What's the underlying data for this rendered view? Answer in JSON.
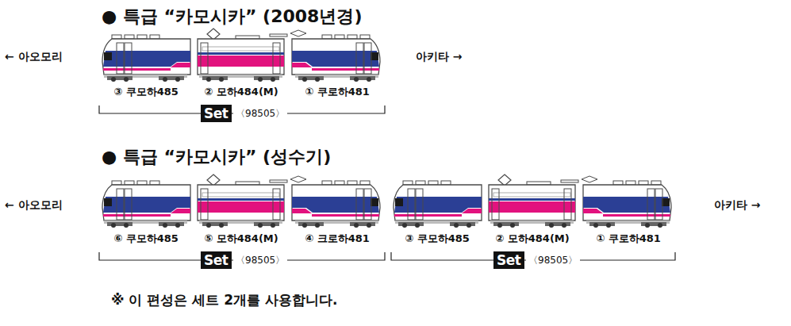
{
  "diagram": {
    "nodes": [
      {
        "text": [
          "Set"
        ]
      },
      {
        "text": [
          "Set"
        ]
      },
      {
        "text": [
          "Set"
        ]
      }
    ],
    "labels": [
      "● 특급 “카모시카” (2008년경)",
      "← 아오모리",
      "아키타 →",
      "③ 쿠모하485",
      "② 모하484(M)",
      "① 쿠로하481",
      "〈98505〉",
      "● 특급 “카모시카” (성수기)",
      "← 아오모리",
      "아키타 →",
      "⑥ 쿠모하485",
      "⑤ 모하484(M)",
      "④ 크로하481",
      "③ 쿠모하485",
      "② 모하484(M)",
      "① 쿠로하481",
      "〈98505〉",
      "〈98505〉",
      "※ 이 편성은 세트 2개를 사용합니다."
    ]
  }
}
